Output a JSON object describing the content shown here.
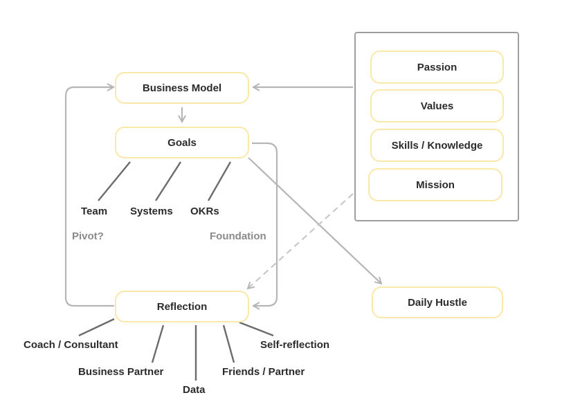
{
  "nodes": {
    "business_model": "Business Model",
    "goals": "Goals",
    "reflection": "Reflection",
    "daily_hustle": "Daily Hustle",
    "passion": "Passion",
    "values": "Values",
    "skills_knowledge": "Skills / Knowledge",
    "mission": "Mission"
  },
  "goal_branches": [
    "Team",
    "Systems",
    "OKRs"
  ],
  "reflection_branches": [
    "Coach / Consultant",
    "Business Partner",
    "Data",
    "Friends / Partner",
    "Self-reflection"
  ],
  "edge_labels": {
    "pivot": "Pivot?",
    "foundation": "Foundation"
  },
  "colors": {
    "node_border": "#fae8a8",
    "connector": "#b5b5b5",
    "branch_line": "#6b6b6b",
    "panel_border": "#9e9e9e",
    "text": "#2b2b2b",
    "muted_text": "#8a8a8a"
  }
}
